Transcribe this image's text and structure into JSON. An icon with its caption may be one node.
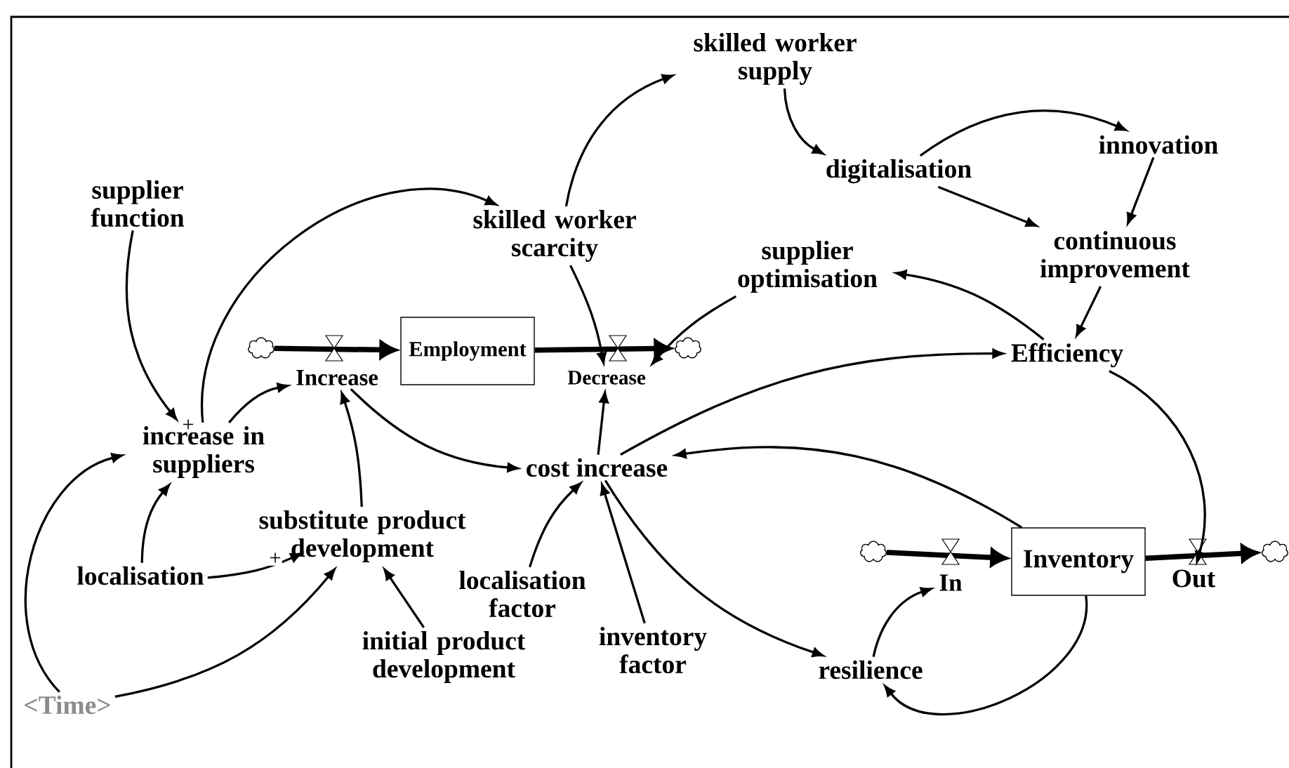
{
  "diagram": {
    "nodes": [
      {
        "text": [
          "supplier function"
        ]
      },
      {
        "text": [
          "increase in suppliers"
        ]
      },
      {
        "text": [
          "localisation"
        ]
      },
      {
        "text": [
          "<Time>"
        ]
      },
      {
        "text": [
          "substitute product development"
        ]
      },
      {
        "text": [
          "initial product development"
        ]
      },
      {
        "text": [
          "Increase"
        ]
      },
      {
        "text": [
          "Employment"
        ]
      },
      {
        "text": [
          "Decrease"
        ]
      },
      {
        "text": [
          "skilled worker scarcity"
        ]
      },
      {
        "text": [
          "skilled worker supply"
        ]
      },
      {
        "text": [
          "digitalisation"
        ]
      },
      {
        "text": [
          "innovation"
        ]
      },
      {
        "text": [
          "continuous improvement"
        ]
      },
      {
        "text": [
          "supplier optimisation"
        ]
      },
      {
        "text": [
          "Efficiency"
        ]
      },
      {
        "text": [
          "cost increase"
        ]
      },
      {
        "text": [
          "localisation factor"
        ]
      },
      {
        "text": [
          "inventory factor"
        ]
      },
      {
        "text": [
          "resilience"
        ]
      },
      {
        "text": [
          "In"
        ]
      },
      {
        "text": [
          "Inventory"
        ]
      },
      {
        "text": [
          "Out"
        ]
      },
      {
        "text": [],
        "shape": "cloud"
      },
      {
        "text": [],
        "shape": "cloud"
      },
      {
        "text": [],
        "shape": "cloud"
      },
      {
        "text": [],
        "shape": "cloud"
      }
    ],
    "edges": [
      {
        "from": 0,
        "to": 1,
        "arrow": "to",
        "label": "+"
      },
      {
        "from": 1,
        "to": 9,
        "arrow": "to"
      },
      {
        "from": 1,
        "to": 6,
        "arrow": "to"
      },
      {
        "from": 2,
        "to": 1,
        "arrow": "to"
      },
      {
        "from": 2,
        "to": 4,
        "arrow": "to",
        "label": "+"
      },
      {
        "from": 3,
        "to": 1,
        "arrow": "to"
      },
      {
        "from": 3,
        "to": 4,
        "arrow": "to"
      },
      {
        "from": 4,
        "to": 6,
        "arrow": "to"
      },
      {
        "from": 5,
        "to": 4,
        "arrow": "to"
      },
      {
        "from": 6,
        "to": 16,
        "arrow": "to"
      },
      {
        "from": 9,
        "to": 10,
        "arrow": "to"
      },
      {
        "from": 9,
        "to": 8,
        "arrow": "to"
      },
      {
        "from": 10,
        "to": 11,
        "arrow": "to"
      },
      {
        "from": 11,
        "to": 12,
        "arrow": "to"
      },
      {
        "from": 11,
        "to": 13,
        "arrow": "to"
      },
      {
        "from": 12,
        "to": 13,
        "arrow": "to"
      },
      {
        "from": 13,
        "to": 15,
        "arrow": "to"
      },
      {
        "from": 15,
        "to": 14,
        "arrow": "to"
      },
      {
        "from": 14,
        "to": 8,
        "arrow": "to"
      },
      {
        "from": 16,
        "to": 15,
        "arrow": "to"
      },
      {
        "from": 16,
        "to": 8,
        "arrow": "to"
      },
      {
        "from": 17,
        "to": 16,
        "arrow": "to"
      },
      {
        "from": 18,
        "to": 16,
        "arrow": "to"
      },
      {
        "from": 16,
        "to": 19,
        "arrow": "to"
      },
      {
        "from": 21,
        "to": 16,
        "arrow": "to"
      },
      {
        "from": 19,
        "to": 20,
        "arrow": "to"
      },
      {
        "from": 21,
        "to": 19,
        "arrow": "to"
      },
      {
        "from": 15,
        "to": 22,
        "arrow": "to"
      },
      {
        "from": 23,
        "to": 7,
        "arrow": "to",
        "style": "thick"
      },
      {
        "from": 7,
        "to": 24,
        "arrow": "to",
        "style": "thick"
      },
      {
        "from": 25,
        "to": 21,
        "arrow": "to",
        "style": "thick"
      },
      {
        "from": 21,
        "to": 26,
        "arrow": "to",
        "style": "thick"
      }
    ]
  }
}
